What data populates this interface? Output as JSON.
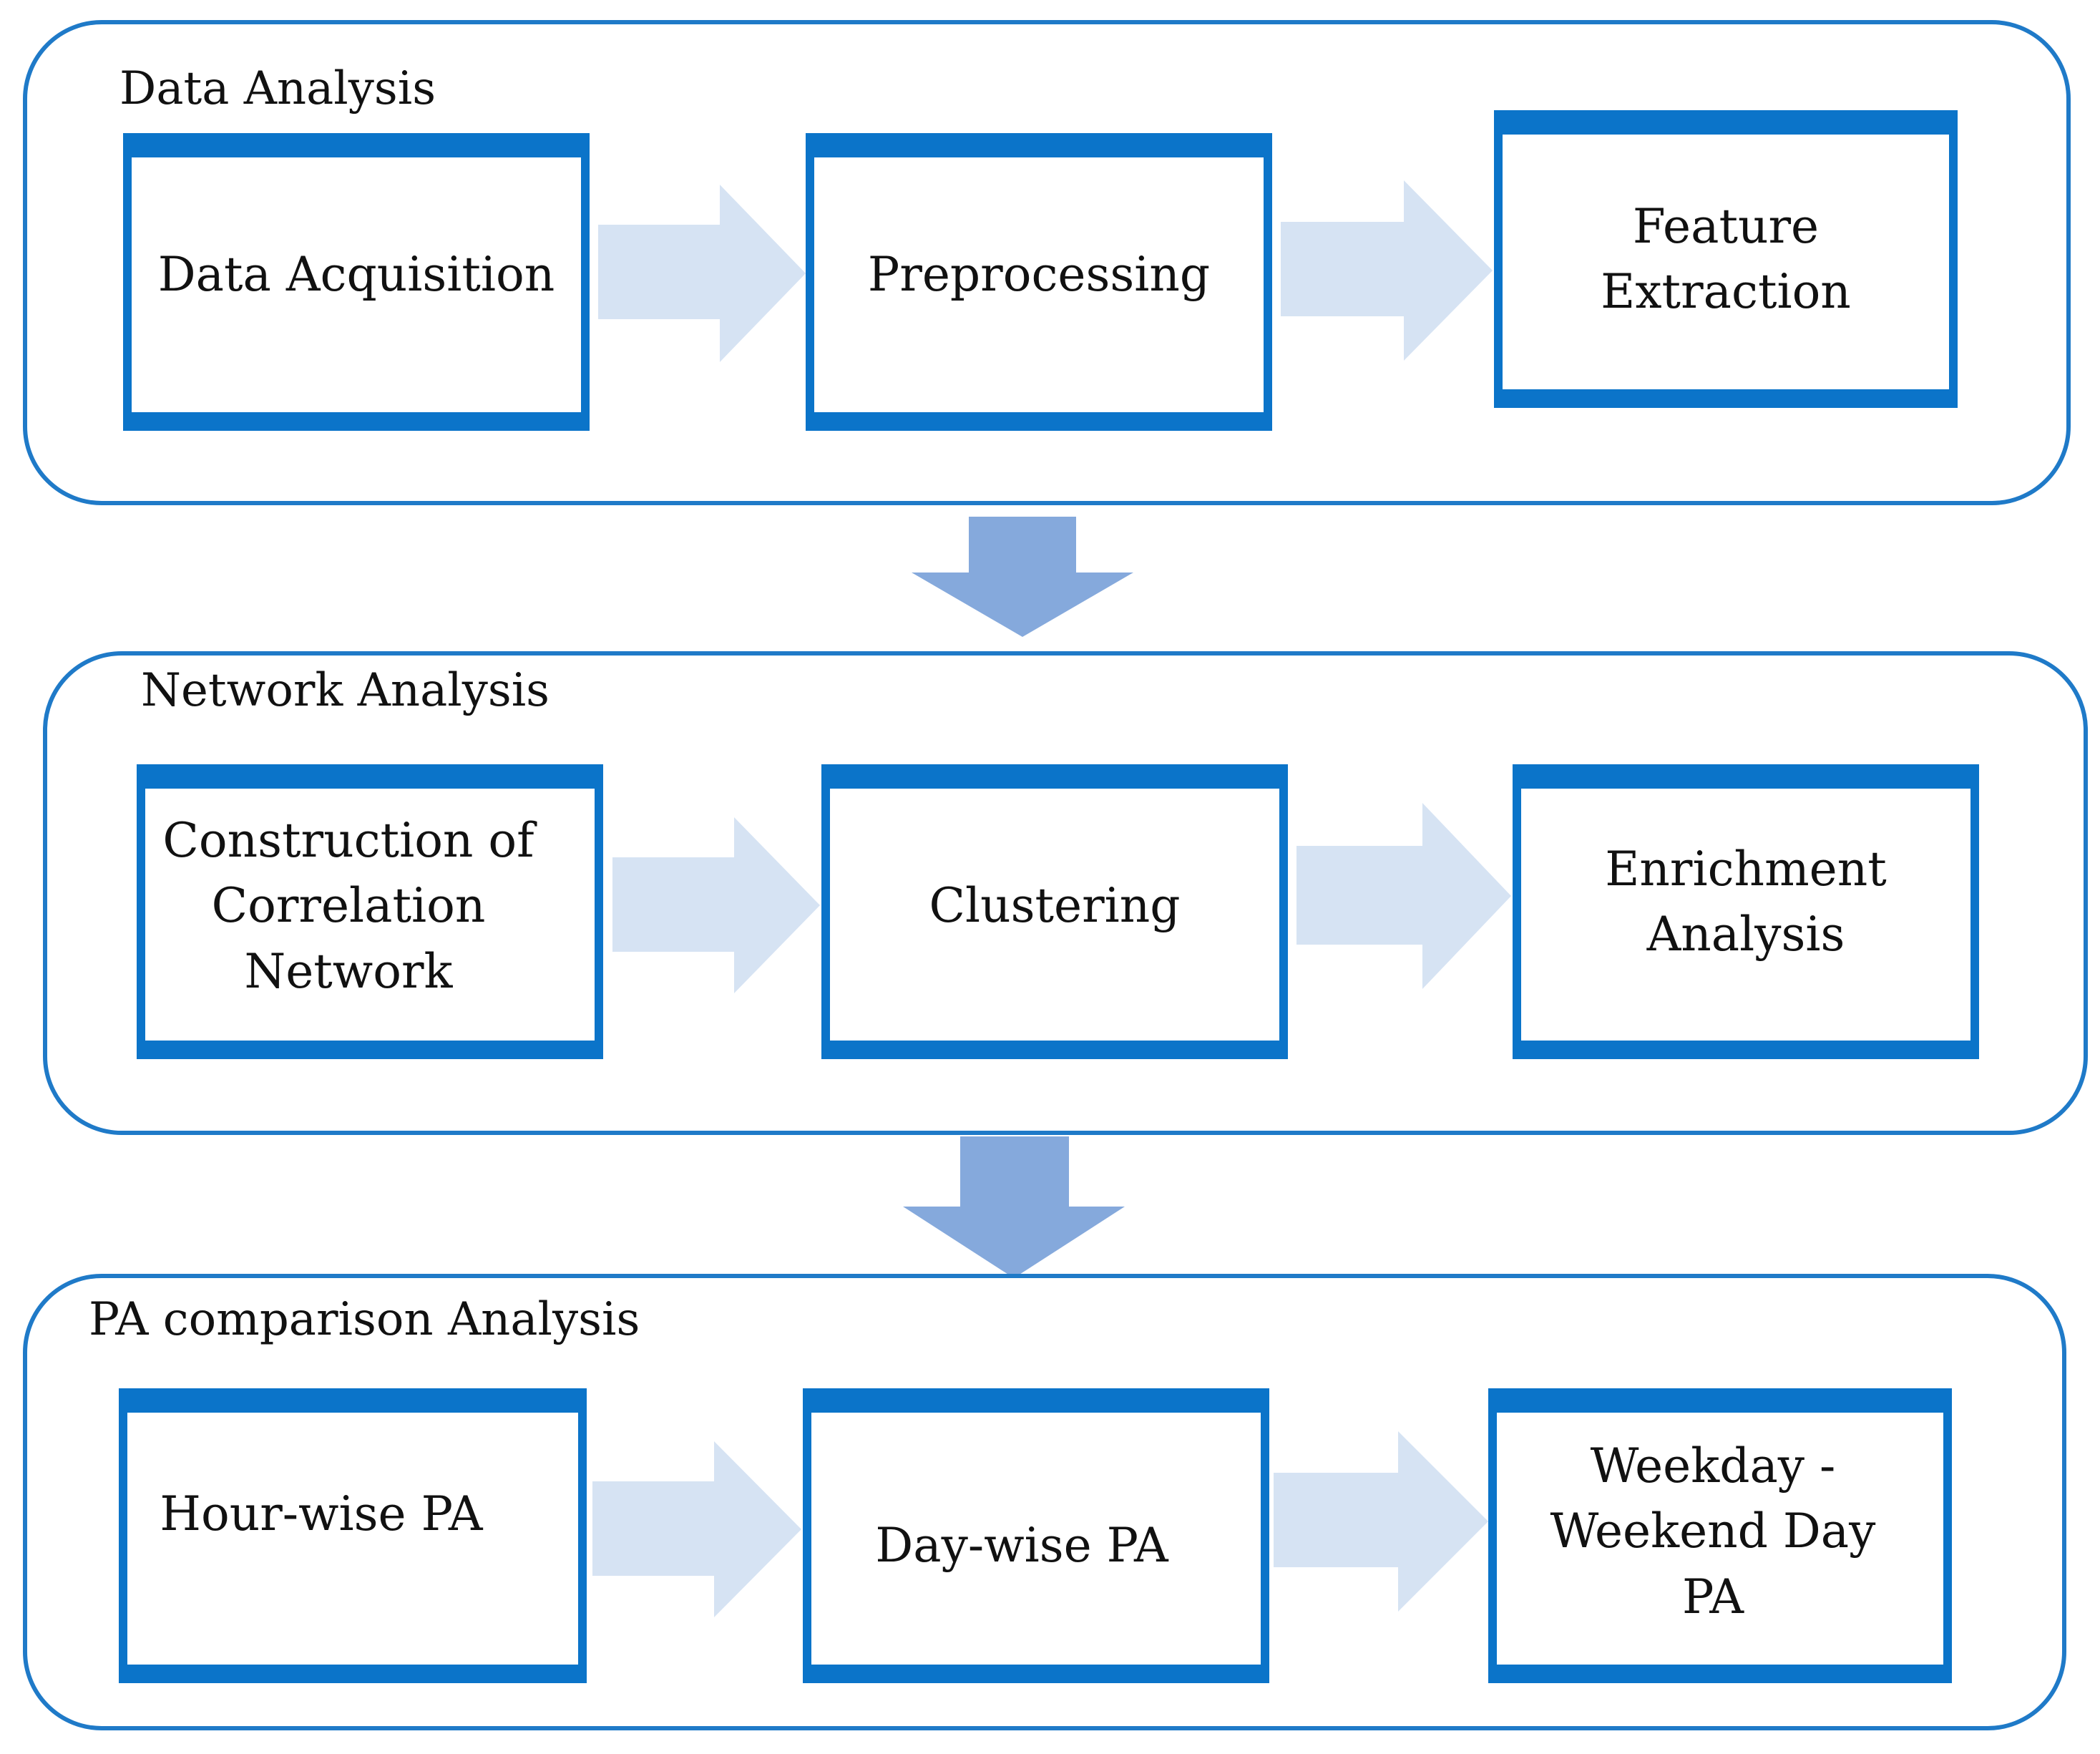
{
  "colors": {
    "panel_border": "#1f7ac8",
    "box_border": "#0b74c9",
    "step_arrow": "#d6e3f3",
    "stage_arrow": "#85a9dc"
  },
  "stages": [
    {
      "title": "Data Analysis",
      "steps": [
        "Data Acquisition",
        "Preprocessing",
        "Feature\nExtraction"
      ]
    },
    {
      "title": "Network Analysis",
      "steps": [
        "Construction of\nCorrelation\nNetwork",
        "Clustering",
        "Enrichment\nAnalysis"
      ]
    },
    {
      "title": "PA comparison Analysis",
      "steps": [
        "Hour-wise PA",
        "Day-wise PA",
        "Weekday -\nWeekend Day\nPA"
      ]
    }
  ]
}
